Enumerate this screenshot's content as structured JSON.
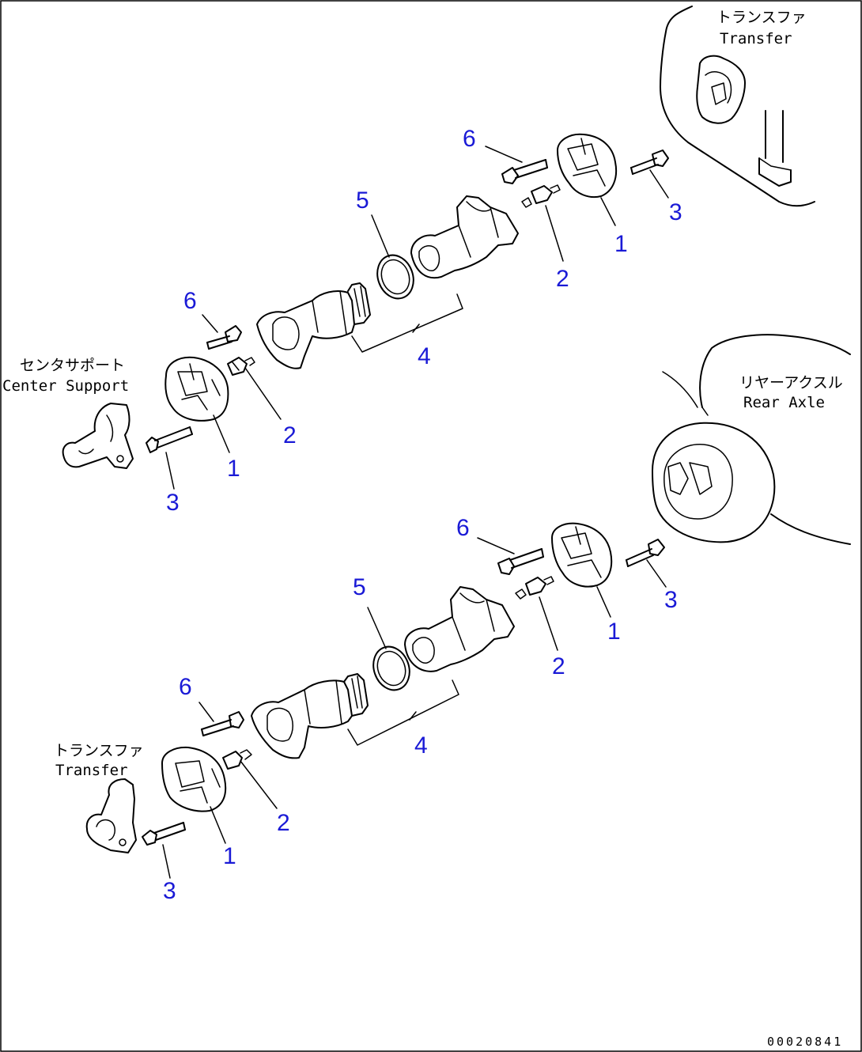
{
  "labels": {
    "transfer_top_jp": "トランスファ",
    "transfer_top_en": "Transfer",
    "center_support_jp": "センタサポート",
    "center_support_en": "Center Support",
    "rear_axle_jp": "リヤーアクスル",
    "rear_axle_en": "Rear Axle",
    "transfer_bottom_jp": "トランスファ",
    "transfer_bottom_en": "Transfer"
  },
  "callouts": {
    "upper": {
      "c6a": "6",
      "c5": "5",
      "c3a": "3",
      "c1a": "1",
      "c2a": "2",
      "c6b": "6",
      "c4": "4",
      "c2b": "2",
      "c1b": "1",
      "c3b": "3"
    },
    "lower": {
      "c6a": "6",
      "c5": "5",
      "c3a": "3",
      "c1a": "1",
      "c2a": "2",
      "c6b": "6",
      "c4": "4",
      "c2b": "2",
      "c1b": "1",
      "c3b": "3"
    }
  },
  "document_number": "00020841",
  "colors": {
    "callout": "#1a1ad6",
    "line": "#000000",
    "background": "#ffffff"
  }
}
